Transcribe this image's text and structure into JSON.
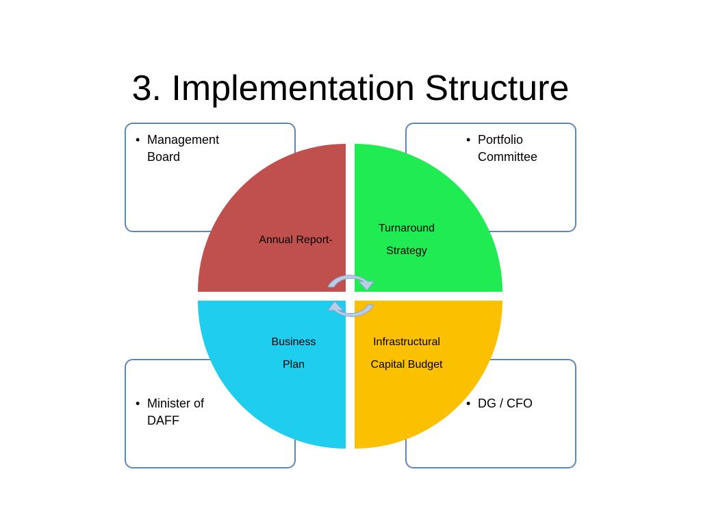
{
  "slide": {
    "title": "3. Implementation Structure"
  },
  "corner_boxes": {
    "top_left": {
      "bullet": "Management Board"
    },
    "top_right": {
      "bullet": "Portfolio Committee"
    },
    "bottom_left": {
      "bullet": "Minister of DAFF"
    },
    "bottom_right": {
      "bullet": "DG / CFO"
    }
  },
  "quadrants": {
    "top_left": {
      "line1": "Annual Report-",
      "color": "#c0504d"
    },
    "top_right": {
      "line1": "Turnaround",
      "line2": "Strategy",
      "color": "#21eb52"
    },
    "bottom_left": {
      "line1": "Business",
      "line2": "Plan",
      "color": "#1fcdef"
    },
    "bottom_right": {
      "line1": "Infrastructural",
      "line2": "Capital Budget",
      "color": "#fbc000"
    }
  },
  "colors": {
    "box_border": "#5b85bd",
    "cycle_arrows": "#b9cde6"
  },
  "icons": {
    "bullet": "•",
    "center": "circular-arrows-icon"
  }
}
